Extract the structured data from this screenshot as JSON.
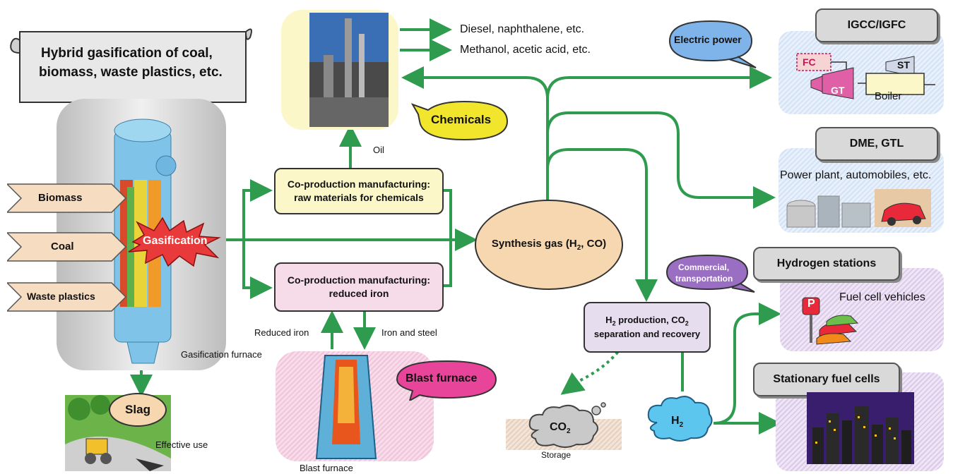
{
  "colors": {
    "arrow": "#2e9b4f",
    "feed": "#f6dcc0",
    "syngas": "#f6d7b0",
    "chem_box": "#fbf7c8",
    "iron_box": "#f6dbe9",
    "h2_box": "#e6ddef"
  },
  "banner": {
    "line1": "Hybrid gasification of coal,",
    "line2": "biomass, waste plastics, etc."
  },
  "feeds": [
    "Biomass",
    "Coal",
    "Waste plastics"
  ],
  "gasification": {
    "burst_label": "Gasification",
    "furnace_label": "Gasification furnace"
  },
  "slag": {
    "label": "Slag",
    "use_label": "Effective use"
  },
  "coproduction": {
    "chemicals_line1": "Co-production manufacturing:",
    "chemicals_line2": "raw materials for chemicals",
    "iron_line1": "Co-production manufacturing:",
    "iron_line2": "reduced iron"
  },
  "chemicals": {
    "bubble": "Chemicals",
    "oil_label": "Oil",
    "output1": "Diesel, naphthalene, etc.",
    "output2": "Methanol, acetic acid, etc."
  },
  "iron": {
    "reduced_iron": "Reduced iron",
    "iron_and_steel": "Iron and steel",
    "bubble": "Blast furnace",
    "caption": "Blast furnace"
  },
  "syngas": {
    "label": "Synthesis gas (H",
    "sub": "2",
    "label_end": ", CO)"
  },
  "h2_production": {
    "line1_a": "H",
    "line1_sub": "2",
    "line1_b": " production, CO",
    "line1_sub2": "2",
    "line2": "separation and recovery"
  },
  "co2": {
    "label": "CO",
    "sub": "2",
    "storage": "Storage"
  },
  "h2_cloud": {
    "label": "H",
    "sub": "2"
  },
  "igcc": {
    "title": "IGCC/IGFC",
    "bubble": "Electric power",
    "fc": "FC",
    "gt": "GT",
    "st": "ST",
    "boiler": "Boiler"
  },
  "dme": {
    "title": "DME, GTL",
    "caption": "Power plant, automobiles, etc."
  },
  "hydrogen_stations": {
    "title": "Hydrogen stations",
    "bubble_line1": "Commercial,",
    "bubble_line2": "transportation",
    "caption": "Fuel cell vehicles",
    "sign": "P"
  },
  "stationary": {
    "title": "Stationary fuel cells"
  }
}
